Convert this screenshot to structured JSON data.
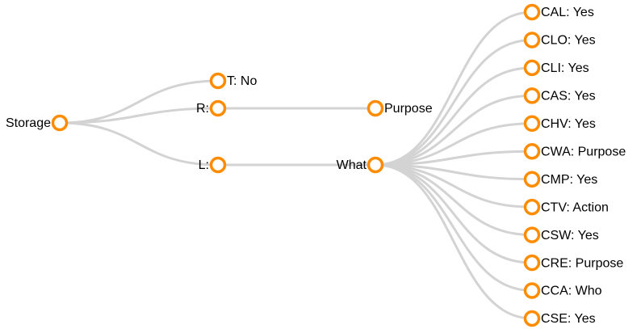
{
  "tree": {
    "label": "Storage",
    "children": [
      {
        "label": "T: No",
        "children": []
      },
      {
        "label": "R:",
        "children": [
          {
            "label": "Purpose",
            "children": []
          }
        ]
      },
      {
        "label": "L:",
        "children": [
          {
            "label": "What",
            "children": [
              {
                "label": "CAL: Yes"
              },
              {
                "label": "CLO: Yes"
              },
              {
                "label": "CLI: Yes"
              },
              {
                "label": "CAS: Yes"
              },
              {
                "label": "CHV: Yes"
              },
              {
                "label": "CWA: Purpose"
              },
              {
                "label": "CMP: Yes"
              },
              {
                "label": "CTV: Action"
              },
              {
                "label": "CSW: Yes"
              },
              {
                "label": "CRE: Purpose"
              },
              {
                "label": "CCA: Who"
              },
              {
                "label": "CSE: Yes"
              }
            ]
          }
        ]
      }
    ]
  },
  "colors": {
    "node_stroke": "#ff8c00",
    "node_fill": "#ffffff",
    "link": "#d3d3d3",
    "text": "#000000"
  }
}
